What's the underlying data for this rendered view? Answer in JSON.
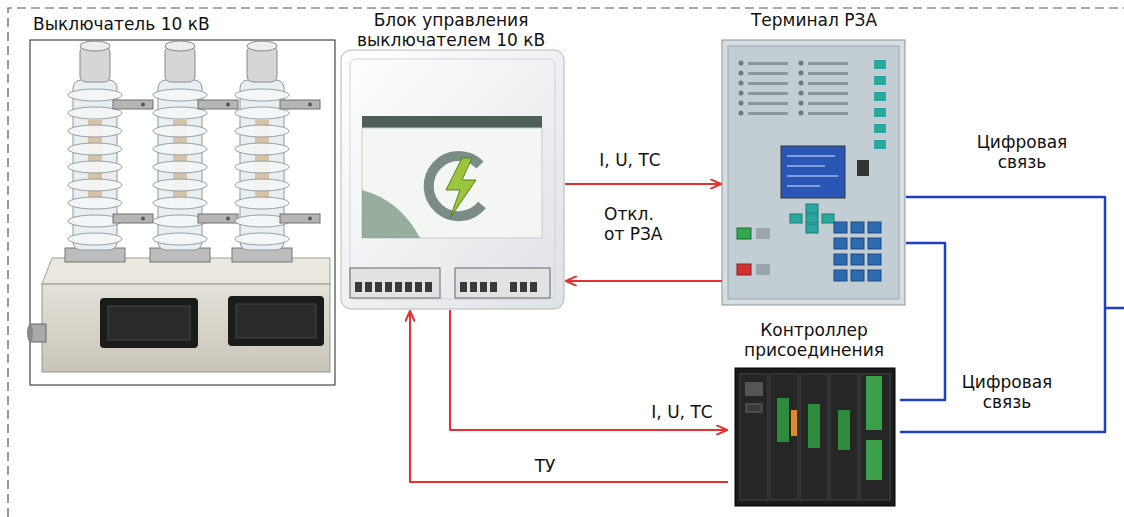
{
  "diagram": {
    "nodes": [
      {
        "text": [
          "Выключатель 10 кВ"
        ]
      },
      {
        "text": [
          "Блок управления выключателем 10 кВ"
        ]
      },
      {
        "text": [
          "Терминал РЗА"
        ]
      },
      {
        "text": [
          "Контроллер присоединения"
        ]
      }
    ],
    "edges": [
      {
        "from": 1,
        "to": 2,
        "label": "I, U, ТС",
        "arrow": "to"
      },
      {
        "from": 2,
        "to": 1,
        "label": "Откл. от РЗА",
        "arrow": "to"
      },
      {
        "from": 1,
        "to": 3,
        "label": "I, U, ТС",
        "arrow": "to"
      },
      {
        "from": 3,
        "to": 1,
        "label": "ТУ",
        "arrow": "to"
      },
      {
        "from": 2,
        "to": 3,
        "arrow": "none"
      },
      {
        "from": 2,
        "to": 3,
        "arrow": "none"
      }
    ],
    "labels": [
      "Цифровая связь",
      "Цифровая связь"
    ]
  }
}
